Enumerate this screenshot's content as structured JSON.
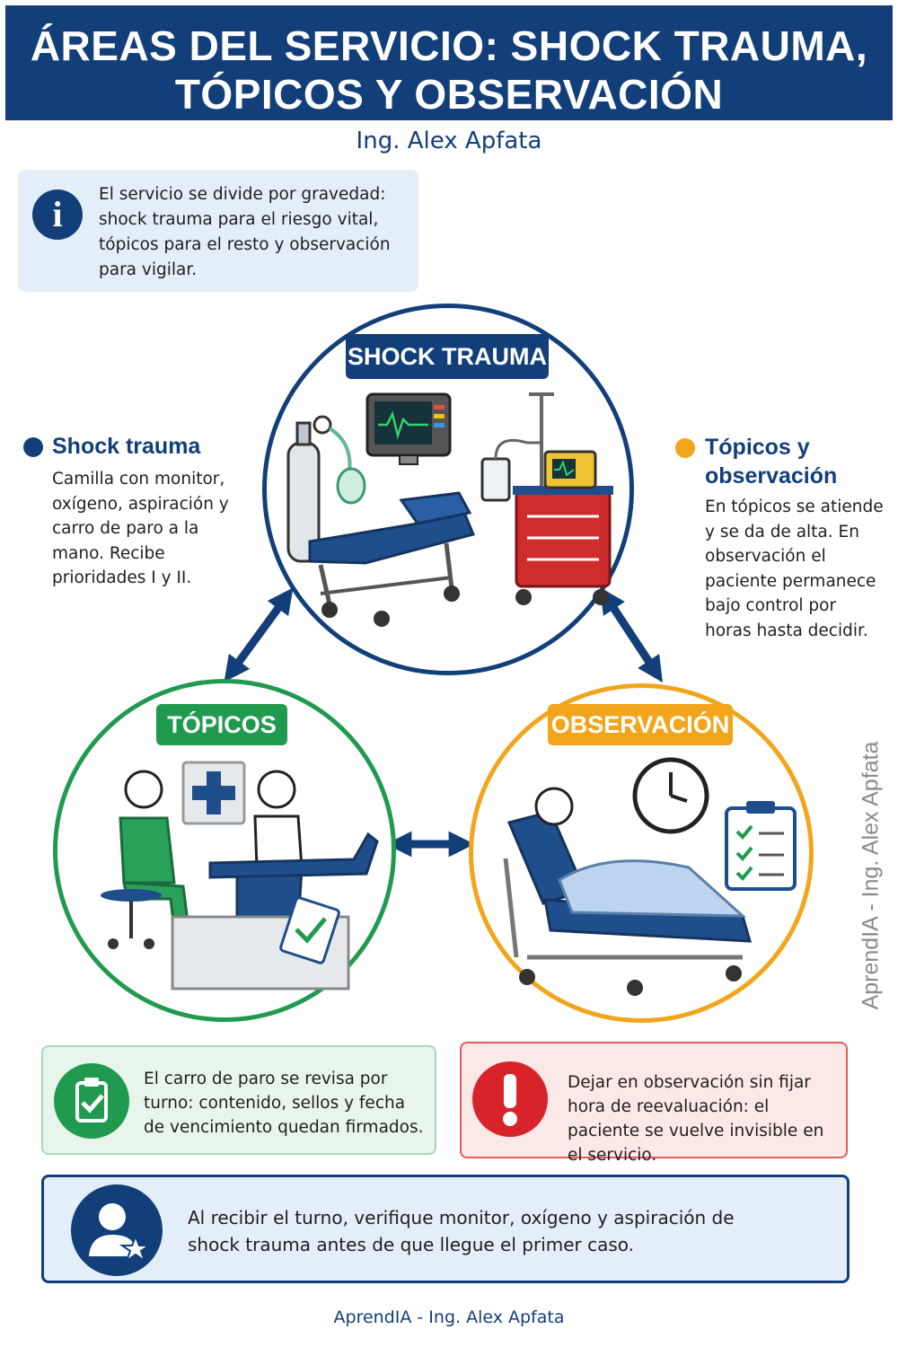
{
  "header": {
    "line1": "ÁREAS DEL SERVICIO: SHOCK TRAUMA,",
    "line2": "TÓPICOS Y OBSERVACIÓN"
  },
  "author": "Ing. Alex Apfata",
  "info": {
    "text": "El servicio se divide por gravedad: shock trauma para el riesgo vital, tópicos para el resto y observación para vigilar."
  },
  "left_panel": {
    "title": "Shock trauma",
    "text": "Camilla con monitor, oxígeno, aspiración y carro de paro a la mano. Recibe prioridades I y II."
  },
  "right_panel": {
    "title_line1": "Tópicos y",
    "title_line2": "observación",
    "text": "En tópicos se atiende y se da de alta. En observación el paciente permanece bajo control por horas hasta decidir."
  },
  "areas": {
    "shock": "SHOCK TRAUMA",
    "topicos": "TÓPICOS",
    "observacion": "OBSERVACIÓN"
  },
  "notes": {
    "check": "El carro de paro se revisa por turno: contenido, sellos y fecha de vencimiento quedan firmados.",
    "warning": "Dejar en observación sin fijar hora de reevaluación: el paciente se vuelve invisible en el servicio.",
    "tip": "Al recibir el turno, verifique monitor, oxígeno y aspiración de shock trauma antes de que llegue el primer caso."
  },
  "footer": "AprendIA - Ing. Alex Apfata",
  "watermark": "AprendIA - Ing. Alex Apfata",
  "colors": {
    "navy": "#123f7a",
    "green": "#1f9a4f",
    "orange": "#f2a51a",
    "red": "#d8232a"
  }
}
